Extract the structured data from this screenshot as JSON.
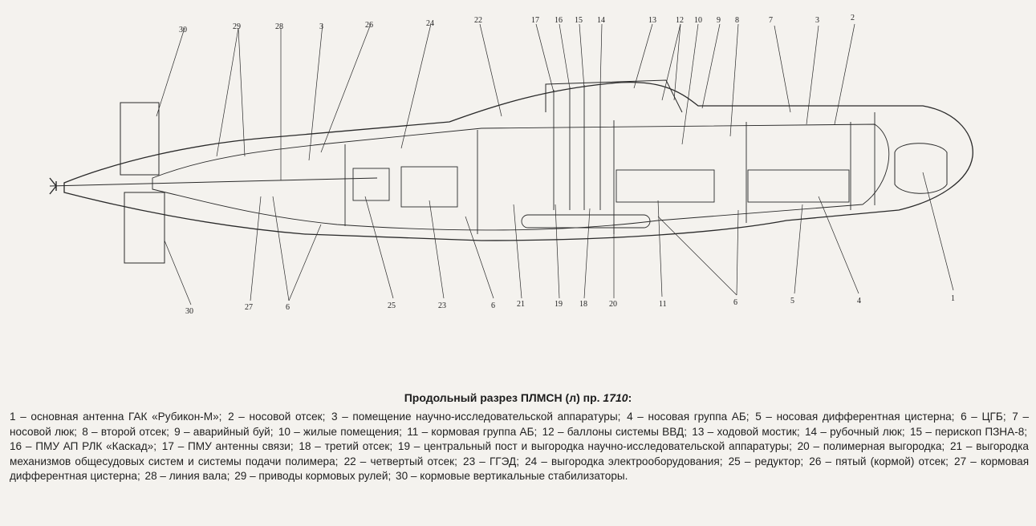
{
  "callout_numbers": [
    "1",
    "2",
    "3",
    "3",
    "4",
    "5",
    "6",
    "6",
    "6",
    "7",
    "8",
    "9",
    "10",
    "11",
    "12",
    "13",
    "14",
    "15",
    "16",
    "17",
    "18",
    "19",
    "20",
    "21",
    "22",
    "23",
    "24",
    "25",
    "26",
    "27",
    "28",
    "29",
    "30",
    "30"
  ],
  "caption": {
    "title": "Продольный разрез ПЛМСН (л) пр. ",
    "project": "1710",
    "suffix": ":"
  },
  "legend": [
    "1 – основная антенна ГАК «Рубикон-М»;",
    "2 – носовой отсек;",
    "3 – помещение научно-исследовательской аппаратуры;",
    "4 – носовая группа АБ;",
    "5 – носовая дифферентная цистерна;",
    "6 – ЦГБ;",
    "7 – носовой люк;",
    "8 – второй отсек;",
    "9 – аварийный буй;",
    "10 – жилые помещения;",
    "11 – кормовая группа АБ;",
    "12 – баллоны системы ВВД;",
    "13 – ходовой мостик;",
    "14 – рубочный люк;",
    "15 – перископ ПЗНА-8;",
    "16 – ПМУ АП РЛК «Каскад»;",
    "17 – ПМУ антенны связи;",
    "18 – третий отсек;",
    "19 – центральный пост и выгородка научно-исследовательской аппаратуры;",
    "20 – полимерная выгородка;",
    "21 – выгородка механизмов общесудовых систем и системы подачи полимера;",
    "22 – четвертый отсек;",
    "23 – ГГЭД;",
    "24 – выгородка электрооборудования;",
    "25 – редуктор;",
    "26 – пятый (кормой) отсек;",
    "27 – кормовая дифферентная цистерна;",
    "28 – линия вала;",
    "29 – приводы кормовых рулей;",
    "30 – кормовые вертикальные стабилизаторы."
  ]
}
